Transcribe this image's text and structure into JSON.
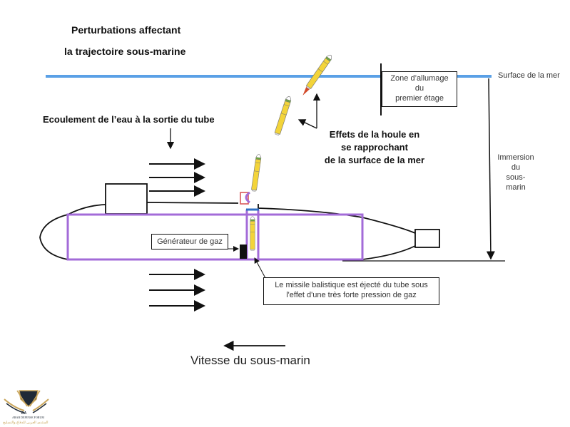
{
  "title": {
    "line1": "Perturbations affectant",
    "line2": "la trajectoire sous-marine"
  },
  "labels": {
    "water_flow": "Ecoulement de l’eau à la sortie du tube",
    "swell_line1": "Effets de la houle en",
    "swell_line2": "se rapprochant",
    "swell_line3": "de la surface de la mer",
    "sea_surface": "Surface de la mer",
    "ignition_line1": "Zone d’allumage",
    "ignition_line2": "du",
    "ignition_line3": "premier étage",
    "immersion_line1": "Immersion",
    "immersion_line2": "du",
    "immersion_line3": "sous-",
    "immersion_line4": "marin",
    "gas_generator": "Générateur de gaz",
    "ejection_line1": "Le missile balistique est éjecté du tube sous",
    "ejection_line2": "l'effet d'une très forte pression de gaz",
    "speed": "Vitesse du sous-marin"
  },
  "logo": {
    "initials": "DA",
    "name": "ARAB DEFENSE FORUM",
    "arabic": "المنتدى العربي للدفاع والتسليح"
  },
  "colors": {
    "sea": "#5aa0e6",
    "hull_tube": "#a36bd8",
    "missile_body": "#f3d43a",
    "missile_nose_band": "#6ea83a",
    "flame": "#d24a2a",
    "hatch": "#d9585a",
    "tube_cap": "#2f6fc2",
    "logo_gold": "#c9a55a",
    "logo_dark": "#1f2a36"
  }
}
